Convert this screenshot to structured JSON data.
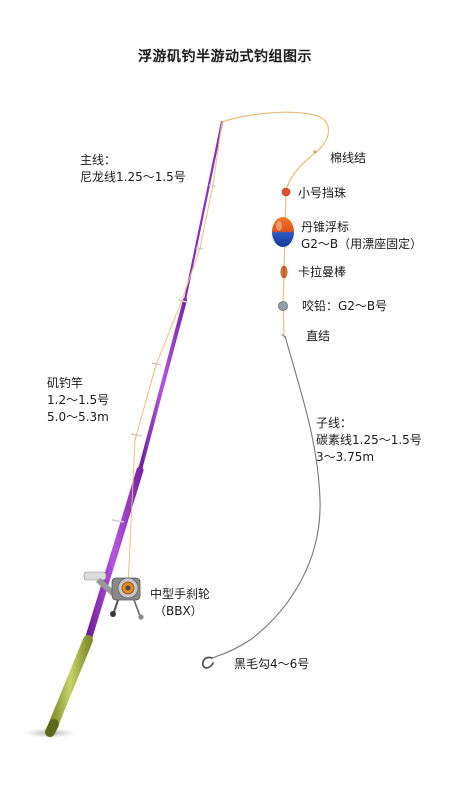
{
  "title": "浮游矶钓半游动式钓组图示",
  "labels": {
    "main_line_title": "主线：",
    "main_line_spec": "尼龙线1.25～1.5号",
    "cotton_knot": "棉线结",
    "small_bead": "小号挡珠",
    "float_name": "丹锥浮标",
    "float_spec": "G2～B（用漂座固定）",
    "swivel_stick": "卡拉曼棒",
    "sinker": "咬铅：G2～B号",
    "straight_knot": "直结",
    "rod_name": "矶钓竿",
    "rod_size": "1.2～1.5号",
    "rod_length": "5.0～5.3m",
    "leader_title": "子线：",
    "leader_spec": "碳素线1.25～1.5号",
    "leader_length": "3～3.75m",
    "reel_name": "中型手刹轮",
    "reel_code": "（BBX）",
    "hook": "黑毛勾4～6号"
  },
  "colors": {
    "rod_purple": "#9b2fc9",
    "rod_handle": "#a8b84a",
    "main_line": "#e8c07a",
    "leader_line": "#777777",
    "bead": "#e0502a",
    "float_top": "#e85a1e",
    "float_bottom": "#1f4fb5"
  }
}
